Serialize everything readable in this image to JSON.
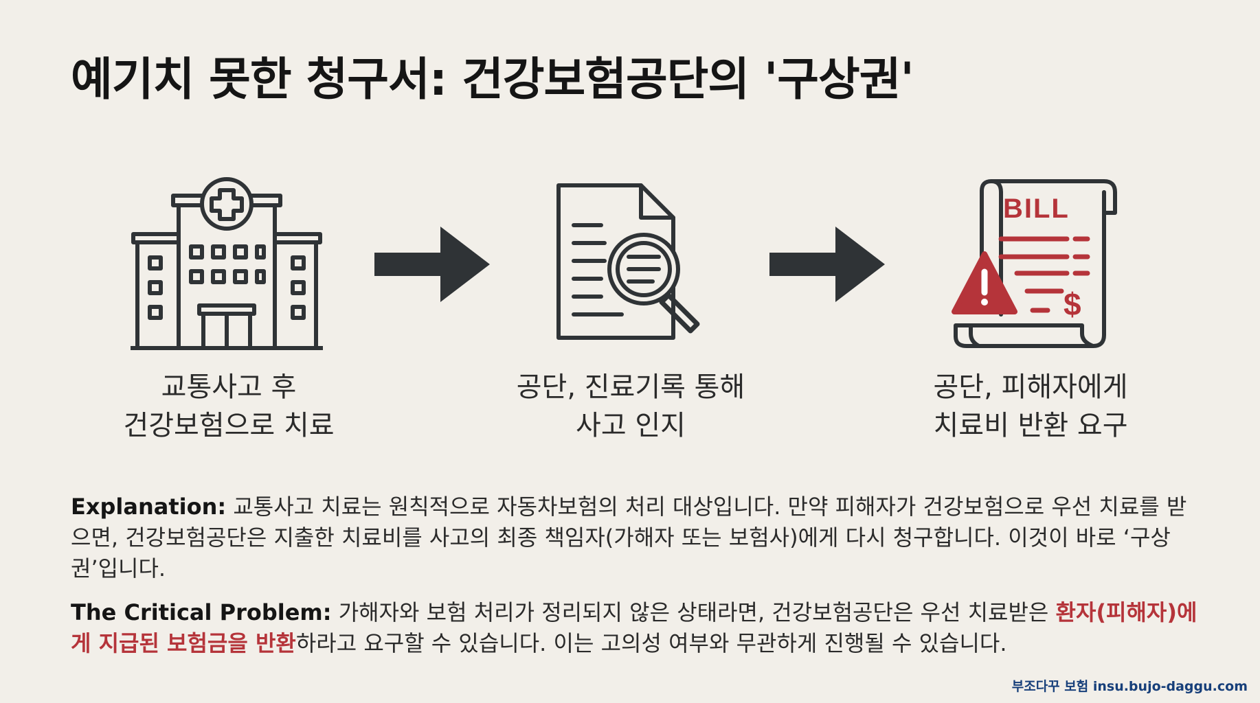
{
  "title": "예기치 못한 청구서: 건강보험공단의 '구상권'",
  "steps": [
    {
      "icon": "hospital-icon",
      "line1": "교통사고 후",
      "line2": "건강보험으로 치료"
    },
    {
      "icon": "document-search-icon",
      "line1": "공단, 진료기록 통해",
      "line2": "사고 인지"
    },
    {
      "icon": "bill-warning-icon",
      "line1": "공단, 피해자에게",
      "line2": "치료비 반환 요구",
      "bill_label": "BILL"
    }
  ],
  "explanation": {
    "label": "Explanation:",
    "text": " 교통사고 치료는 원칙적으로 자동차보험의 처리 대상입니다. 만약 피해자가 건강보험으로 우선 치료를 받으면, 건강보험공단은 지출한 치료비를 사고의 최종 책임자(가해자 또는 보험사)에게 다시 청구합니다. 이것이 바로 ‘구상권’입니다."
  },
  "problem": {
    "label": "The Critical Problem:",
    "text_before": " 가해자와 보험 처리가 정리되지 않은 상태라면, 건강보험공단은 우선 치료받은 ",
    "highlight": "환자(피해자)에게 지급된 보험금을 반환",
    "text_after": "하라고 요구할 수 있습니다. 이는 고의성 여부와 무관하게 진행될 수 있습니다."
  },
  "footer": "부조다꾸 보험 insu.bujo-daggu.com",
  "colors": {
    "accent_red": "#b5343a",
    "icon_dark": "#2f3336",
    "background": "#f2efe9",
    "footer_blue": "#173f7a"
  }
}
